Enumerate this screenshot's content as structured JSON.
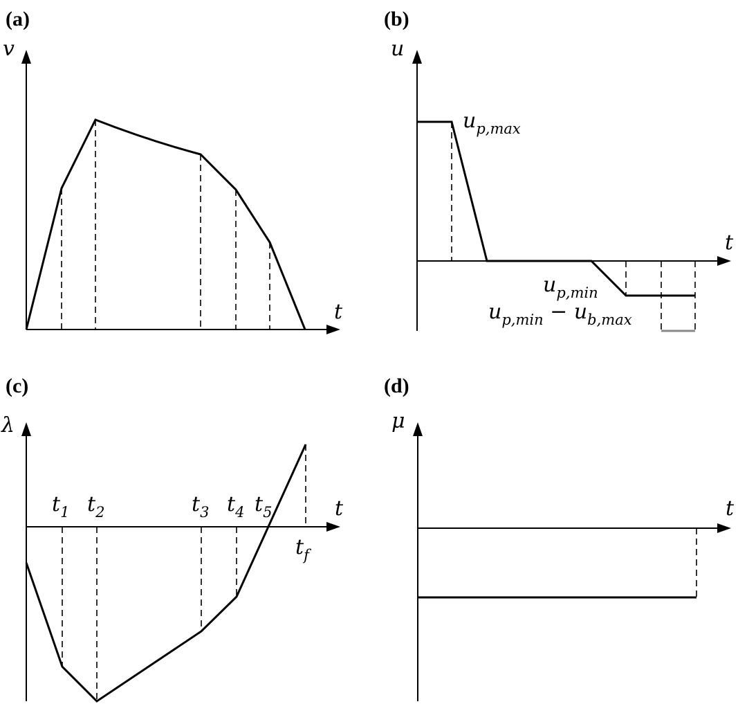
{
  "panels": {
    "a": {
      "label": "(a)",
      "y_axis": "v",
      "x_axis": "t"
    },
    "b": {
      "label": "(b)",
      "y_axis": "u",
      "x_axis": "t",
      "annotations": {
        "upmax_main": "u",
        "upmax_sub": "p,max",
        "upmin_main": "u",
        "upmin_sub": "p,min",
        "upmin_ub_main1": "u",
        "upmin_ub_sub1": "p,min",
        "upmin_ub_minus": " − ",
        "upmin_ub_main2": "u",
        "upmin_ub_sub2": "b,max"
      }
    },
    "c": {
      "label": "(c)",
      "y_axis": "λ",
      "x_axis": "t",
      "time_labels": [
        {
          "main": "t",
          "sub": "1"
        },
        {
          "main": "t",
          "sub": "2"
        },
        {
          "main": "t",
          "sub": "3"
        },
        {
          "main": "t",
          "sub": "4"
        },
        {
          "main": "t",
          "sub": "5"
        },
        {
          "main": "t",
          "sub": "f"
        }
      ]
    },
    "d": {
      "label": "(d)",
      "y_axis": "μ",
      "x_axis": "t"
    }
  },
  "colors": {
    "line": "#000000",
    "gray_segment": "#888888"
  }
}
